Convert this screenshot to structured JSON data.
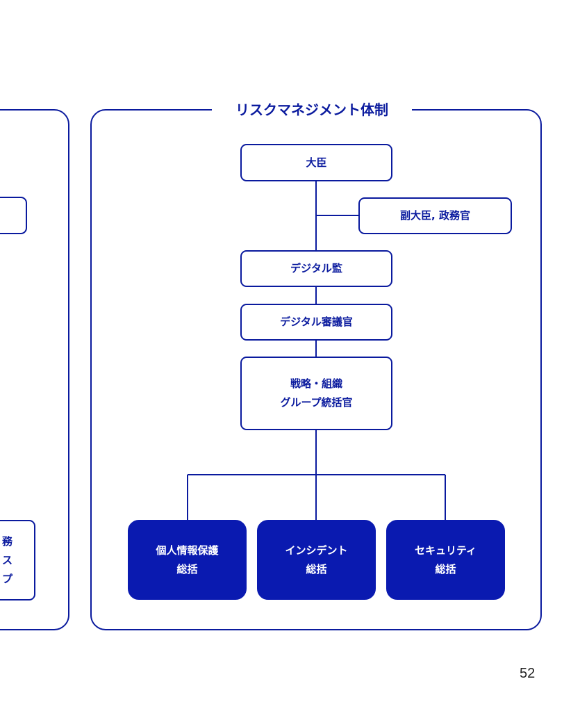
{
  "title": "リスクマネジメント体制",
  "colors": {
    "primary": "#0a1a9e",
    "fill": "#0a1ab0"
  },
  "left_panel": {
    "partial_box_lines": [
      "務",
      "ス",
      "プ"
    ]
  },
  "nodes": {
    "minister": "大臣",
    "vice": "副大臣, 政務官",
    "supervisor": "デジタル監",
    "councilor": "デジタル審議官",
    "strategy_line1": "戦略・組織",
    "strategy_line2": "グループ統括官",
    "privacy_line1": "個人情報保護",
    "privacy_line2": "総括",
    "incident_line1": "インシデント",
    "incident_line2": "総括",
    "security_line1": "セキュリティ",
    "security_line2": "総括"
  },
  "page_number": "52"
}
